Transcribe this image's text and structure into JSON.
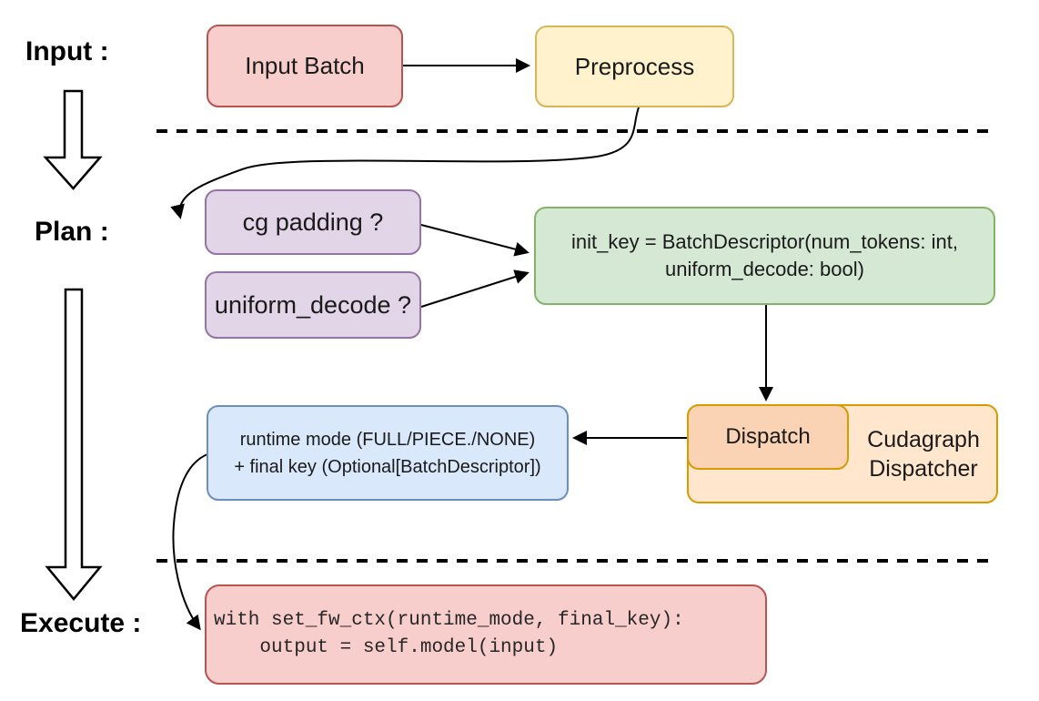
{
  "title": "Cudagraph dispatching flow diagram",
  "sections": {
    "input_label": "Input :",
    "plan_label": "Plan :",
    "execute_label": "Execute :"
  },
  "nodes": {
    "input_batch": {
      "label": "Input Batch"
    },
    "preprocess": {
      "label": "Preprocess"
    },
    "cg_padding": {
      "label": "cg padding ?"
    },
    "uniform_decode": {
      "label": "uniform_decode ?"
    },
    "init_key": {
      "line1": "init_key = BatchDescriptor(num_tokens: int,",
      "line2": "uniform_decode: bool)"
    },
    "dispatch": {
      "label": "Dispatch"
    },
    "cudagraph_dispatcher": {
      "line1": "Cudagraph",
      "line2": "Dispatcher"
    },
    "runtime_mode": {
      "line1": "runtime mode (FULL/PIECE./NONE)",
      "line2": "+ final key (Optional[BatchDescriptor])"
    },
    "execute_code": {
      "line1": "with set_fw_ctx(runtime_mode, final_key):",
      "line2": "    output = self.model(input)"
    }
  },
  "colors": {
    "red_fill": "#f8cecc",
    "red_stroke": "#b85450",
    "yellow_fill": "#fff2cc",
    "yellow_stroke": "#d6b656",
    "purple_fill": "#e1d5e7",
    "purple_stroke": "#9673a6",
    "green_fill": "#d5e8d4",
    "green_stroke": "#82b366",
    "blue_fill": "#dae8fc",
    "blue_stroke": "#6c8ebf",
    "orange_fill": "#ffe6cc",
    "orange_inner_fill": "#fad2b4",
    "orange_stroke": "#d79b00",
    "line": "#000000"
  }
}
